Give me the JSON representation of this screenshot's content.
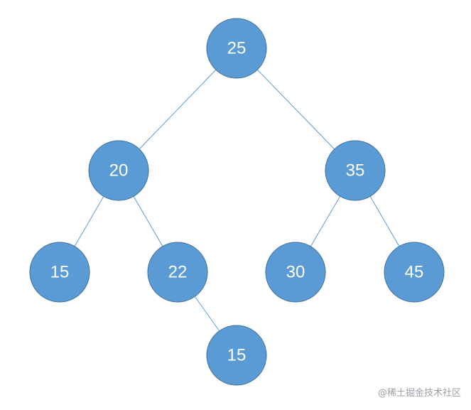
{
  "diagram": {
    "type": "binary-tree",
    "colors": {
      "node_fill": "#5b9bd5",
      "node_stroke": "#41719c",
      "edge": "#5b9bd5",
      "label": "#ffffff"
    },
    "nodes": [
      {
        "id": "n25",
        "label": "25"
      },
      {
        "id": "n20",
        "label": "20"
      },
      {
        "id": "n35",
        "label": "35"
      },
      {
        "id": "n15a",
        "label": "15"
      },
      {
        "id": "n22",
        "label": "22"
      },
      {
        "id": "n30",
        "label": "30"
      },
      {
        "id": "n45",
        "label": "45"
      },
      {
        "id": "n15b",
        "label": "15"
      }
    ],
    "edges": [
      {
        "from": "n25",
        "to": "n20"
      },
      {
        "from": "n25",
        "to": "n35"
      },
      {
        "from": "n20",
        "to": "n15a"
      },
      {
        "from": "n20",
        "to": "n22"
      },
      {
        "from": "n35",
        "to": "n30"
      },
      {
        "from": "n35",
        "to": "n45"
      },
      {
        "from": "n22",
        "to": "n15b"
      }
    ]
  },
  "watermark": "@稀土掘金技术社区"
}
